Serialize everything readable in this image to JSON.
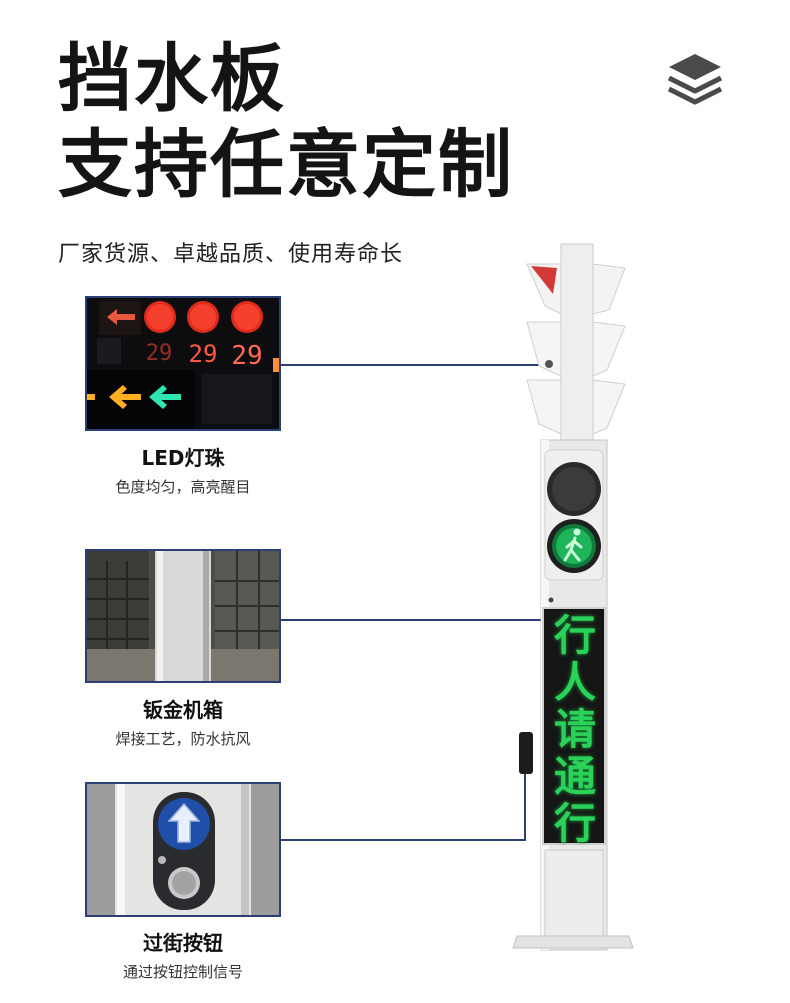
{
  "header": {
    "title_line1": "挡水板",
    "title_line2": "支持任意定制",
    "subtitle": "厂家货源、卓越品质、使用寿命长",
    "icon": "layers-icon"
  },
  "photo1": {
    "countdown_digits": [
      "29",
      "29",
      "29"
    ]
  },
  "features": [
    {
      "name": "LED灯珠",
      "desc": "色度均匀，高亮醒目"
    },
    {
      "name": "钣金机箱",
      "desc": "焊接工艺，防水抗风"
    },
    {
      "name": "过街按钮",
      "desc": "通过按钮控制信号"
    }
  ],
  "led_panel": {
    "chars": [
      "行",
      "人",
      "请",
      "通",
      "行"
    ]
  },
  "colors": {
    "frame_blue": "#2b3f75",
    "led_green": "#2bd25a",
    "led_red": "#ff3b2f",
    "arrow_amber": "#ffb020"
  }
}
